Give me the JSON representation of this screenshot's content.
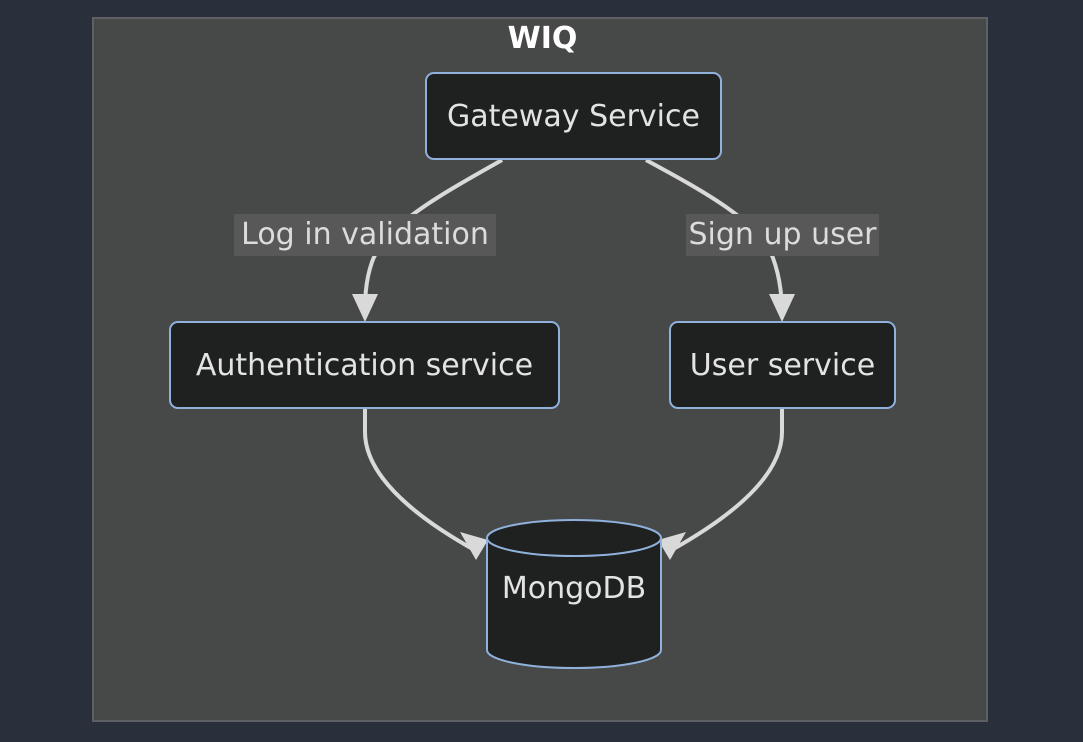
{
  "diagram": {
    "group_title": "WIQ",
    "nodes": {
      "gateway": "Gateway Service",
      "auth": "Authentication service",
      "user": "User service",
      "db": "MongoDB"
    },
    "edges": {
      "gateway_to_auth": "Log in validation",
      "gateway_to_user": "Sign up user"
    }
  },
  "colors": {
    "page_background": "#2a303b",
    "group_background": "#474848",
    "group_border": "#5e6063",
    "node_fill": "#1f2020",
    "node_border": "#8fb1dc",
    "edge_stroke": "#d9d9d9",
    "edge_label_background": "#585858"
  }
}
